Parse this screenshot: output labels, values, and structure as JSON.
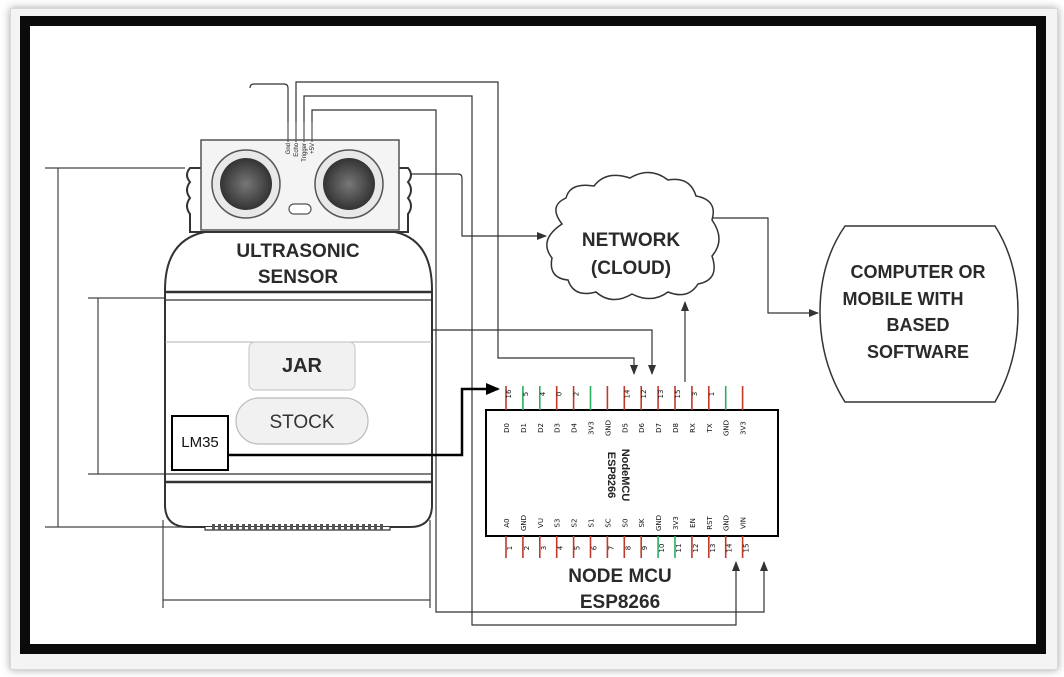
{
  "labels": {
    "ultrasonic_line1": "ULTRASONIC",
    "ultrasonic_line2": "SENSOR",
    "jar": "JAR",
    "stock": "STOCK",
    "lm35": "LM35",
    "network_line1": "NETWORK",
    "network_line2": "(CLOUD)",
    "computer_line1": "COMPUTER OR",
    "computer_line2": "MOBILE WITH",
    "computer_line3": "BASED",
    "computer_line4": "SOFTWARE",
    "nodemcu_line1": "NODE MCU",
    "nodemcu_line2": "ESP8266",
    "board_line1": "ESP8266",
    "board_line2": "NodeMCU"
  },
  "sensor_pins": [
    "Gnd",
    "Echo",
    "Trigger",
    "+5V"
  ],
  "top_pins": [
    "D0",
    "D1",
    "D2",
    "D3",
    "D4",
    "3V3",
    "GND",
    "D5",
    "D6",
    "D7",
    "D8",
    "RX",
    "TX",
    "GND",
    "3V3"
  ],
  "top_pin_numbers": [
    "16",
    "5",
    "4",
    "0",
    "2",
    "",
    "",
    "14",
    "12",
    "13",
    "15",
    "3",
    "1",
    "",
    ""
  ],
  "bottom_pins": [
    "A0",
    "GND",
    "VU",
    "S3",
    "S2",
    "S1",
    "SC",
    "S0",
    "SK",
    "GND",
    "3V3",
    "EN",
    "RST",
    "GND",
    "VIN"
  ],
  "bottom_pin_numbers": [
    "1",
    "2",
    "3",
    "4",
    "5",
    "6",
    "7",
    "8",
    "9",
    "10",
    "11",
    "12",
    "13",
    "14",
    "15"
  ],
  "colors": {
    "frame": "#0b0b0b",
    "line": "#333333",
    "pin_red": "#c0392b",
    "pin_green": "#27ae60"
  }
}
